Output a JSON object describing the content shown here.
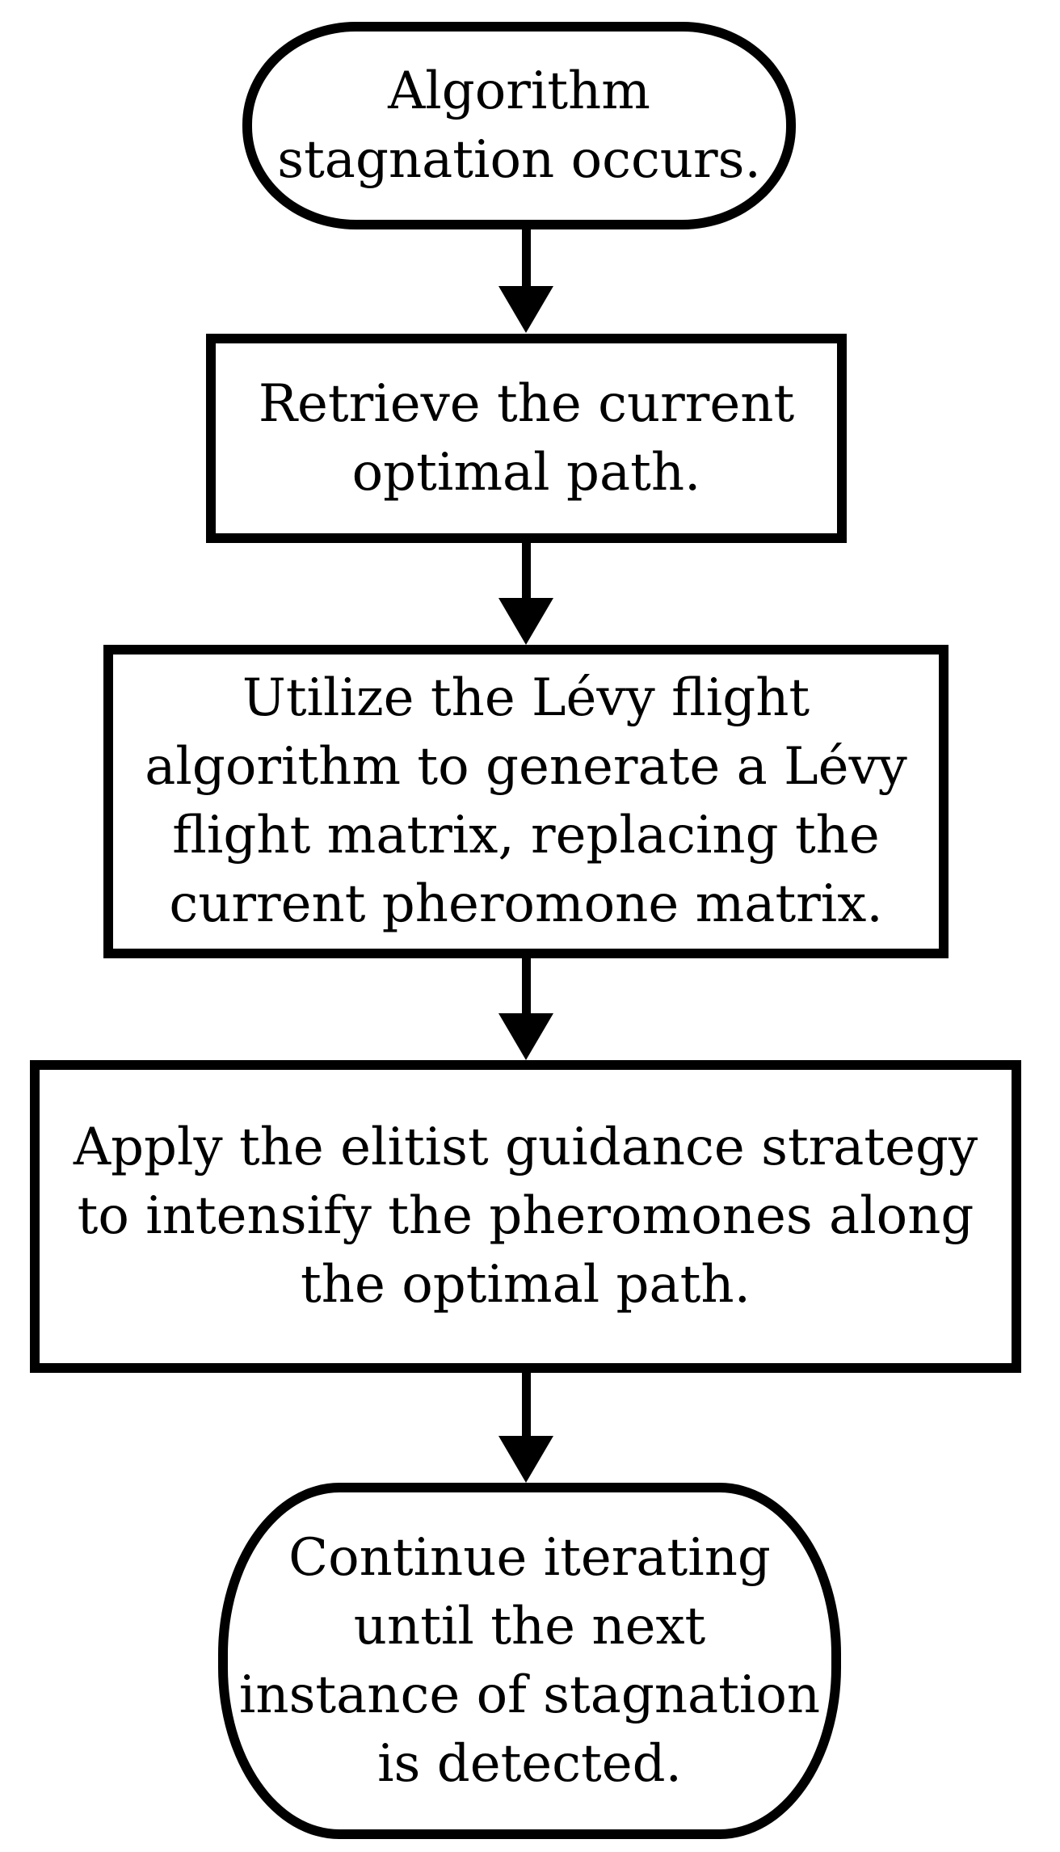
{
  "figure": {
    "type": "flowchart",
    "background_color": "#ffffff",
    "stroke_color": "#000000",
    "nodes": [
      {
        "id": "start",
        "shape": "stadium",
        "lines": [
          "Algorithm",
          "stagnation occurs."
        ]
      },
      {
        "id": "retrieve",
        "shape": "rectangle",
        "lines": [
          "Retrieve the current",
          "optimal path."
        ]
      },
      {
        "id": "levy",
        "shape": "rectangle",
        "lines": [
          "Utilize the Lévy flight",
          "algorithm to generate a Lévy",
          "flight matrix, replacing the",
          "current pheromone matrix."
        ]
      },
      {
        "id": "elitist",
        "shape": "rectangle",
        "lines": [
          "Apply the elitist guidance strategy",
          "to intensify the pheromones along",
          "the optimal path."
        ]
      },
      {
        "id": "continue",
        "shape": "stadium",
        "lines": [
          "Continue iterating",
          "until the next",
          "instance of stagnation",
          "is detected."
        ]
      }
    ],
    "connections": [
      {
        "from": "start",
        "to": "retrieve"
      },
      {
        "from": "retrieve",
        "to": "levy"
      },
      {
        "from": "levy",
        "to": "elitist"
      },
      {
        "from": "elitist",
        "to": "continue"
      }
    ]
  }
}
